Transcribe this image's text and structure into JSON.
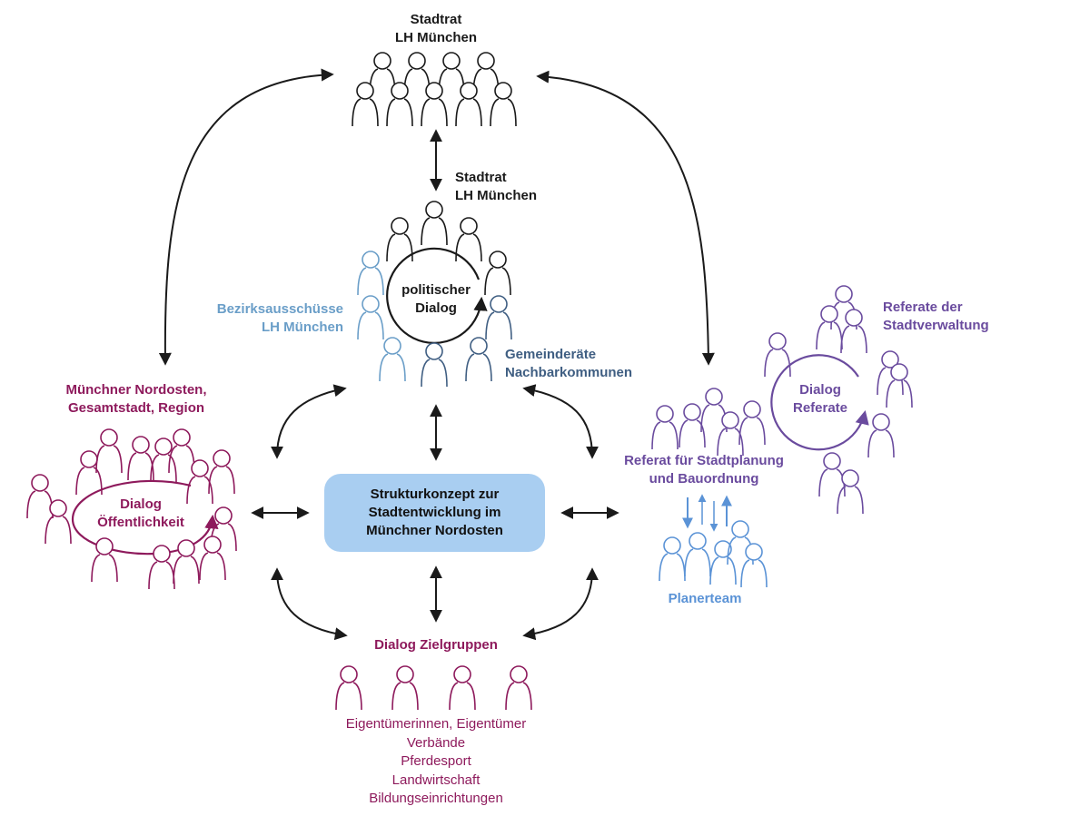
{
  "colors": {
    "black": "#1a1a1a",
    "light_blue": "#6a9ec8",
    "dark_blue": "#3f5e82",
    "magenta": "#8e1a5c",
    "purple": "#6a4b9e",
    "planer_blue": "#5b93d6",
    "center_fill": "#a9cef1"
  },
  "labels": {
    "stadtrat_top": [
      "Stadtrat",
      "LH München"
    ],
    "stadtrat_mid": [
      "Stadtrat",
      "LH München"
    ],
    "politischer_dialog": [
      "politischer",
      "Dialog"
    ],
    "bezirksausschuesse": [
      "Bezirksausschüsse",
      "LH München"
    ],
    "gemeinderaete": [
      "Gemeinderäte",
      "Nachbarkommunen"
    ],
    "muenchner_nordosten": [
      "Münchner Nordosten,",
      "Gesamtstadt, Region"
    ],
    "dialog_oeffentlichkeit": [
      "Dialog",
      "Öffentlichkeit"
    ],
    "center": [
      "Strukturkonzept zur",
      "Stadtentwicklung im",
      "Münchner Nordosten"
    ],
    "referat_stadtplanung": [
      "Referat für Stadtplanung",
      "und Bauordnung"
    ],
    "planerteam": "Planerteam",
    "referate_der": [
      "Referate der",
      "Stadtverwaltung"
    ],
    "dialog_referate": [
      "Dialog",
      "Referate"
    ],
    "dialog_zielgruppen": "Dialog Zielgruppen",
    "zielgruppen_list": [
      "Eigentümerinnen, Eigentümer",
      "Verbände",
      "Pferdesport",
      "Landwirtschaft",
      "Bildungseinrichtungen"
    ]
  },
  "icons": [
    "person-icon",
    "double-arrow-icon",
    "cycle-arrow-icon"
  ]
}
